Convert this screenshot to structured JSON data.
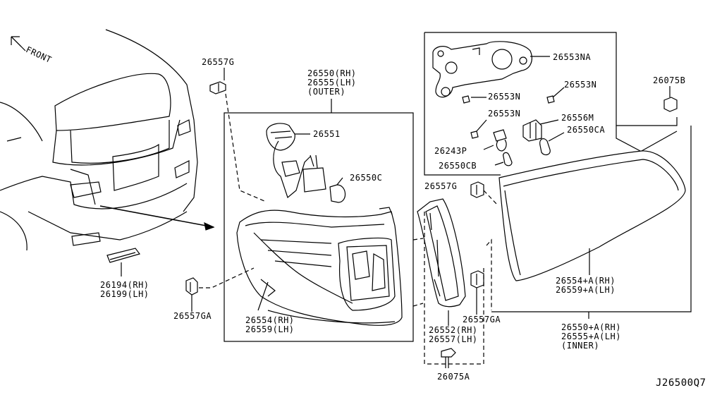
{
  "front_arrow_label": "FRONT",
  "diagram_code": "J26500Q7",
  "parts": {
    "p26557G_top": "26557G",
    "p26550_rh": "26550(RH)",
    "p26555_lh": "26555(LH)",
    "outer": "(OUTER)",
    "p26551": "26551",
    "p26550C": "26550C",
    "p26194_rh": "26194(RH)",
    "p26199_lh": "26199(LH)",
    "p26557GA_left": "26557GA",
    "p26554_rh": "26554(RH)",
    "p26559_lh": "26559(LH)",
    "p26553NA": "26553NA",
    "p26553N_a": "26553N",
    "p26553N_b": "26553N",
    "p26553N_c": "26553N",
    "p26556M": "26556M",
    "p26550CA": "26550CA",
    "p26243P": "26243P",
    "p26550CB": "26550CB",
    "p26075B": "26075B",
    "p26557G_mid": "26557G",
    "p26554A_rh": "26554+A(RH)",
    "p26559A_lh": "26559+A(LH)",
    "p26557GA_right": "26557GA",
    "p26552_rh": "26552(RH)",
    "p26557_lh": "26557(LH)",
    "p26550A_rh": "26550+A(RH)",
    "p26555A_lh": "26555+A(LH)",
    "inner": "(INNER)",
    "p26075A": "26075A"
  }
}
